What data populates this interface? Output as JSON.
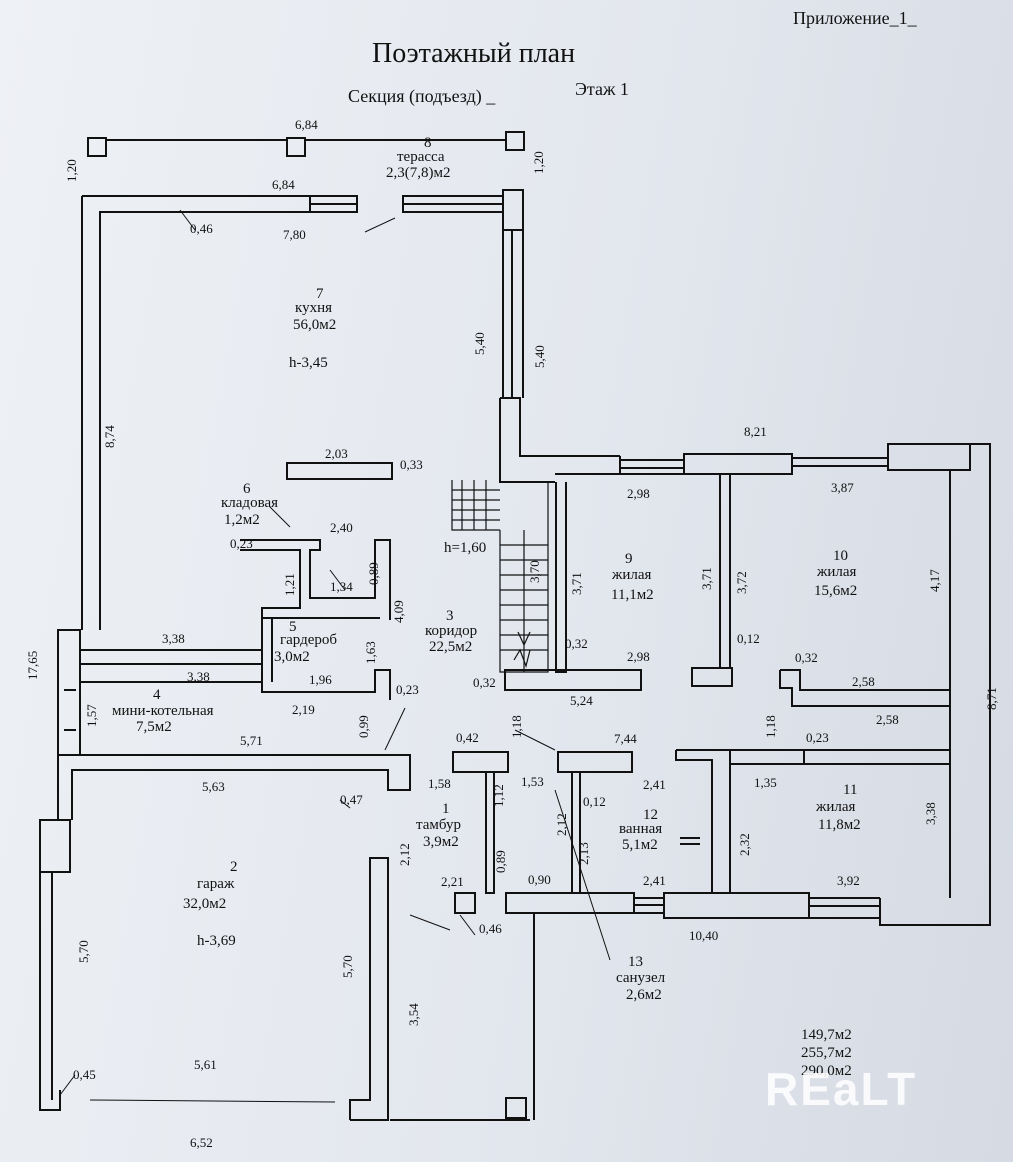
{
  "header": {
    "appendix": "Приложение_1_",
    "title": "Поэтажный план",
    "section": "Секция (подъезд) _",
    "floor": "Этаж 1"
  },
  "rooms": [
    {
      "num": "8",
      "name": "терасса",
      "area": "2,3(7,8)м2"
    },
    {
      "num": "7",
      "name": "кухня",
      "area": "56,0м2",
      "height": "h-3,45"
    },
    {
      "num": "6",
      "name": "кладовая",
      "area": "1,2м2"
    },
    {
      "num": "5",
      "name": "гардероб",
      "area": "3,0м2"
    },
    {
      "num": "4",
      "name": "мини-котельная",
      "area": "7,5м2"
    },
    {
      "num": "3",
      "name": "коридор",
      "area": "22,5м2"
    },
    {
      "num": "9",
      "name": "жилая",
      "area": "11,1м2"
    },
    {
      "num": "10",
      "name": "жилая",
      "area": "15,6м2"
    },
    {
      "num": "11",
      "name": "жилая",
      "area": "11,8м2"
    },
    {
      "num": "12",
      "name": "ванная",
      "area": "5,1м2"
    },
    {
      "num": "1",
      "name": "тамбур",
      "area": "3,9м2"
    },
    {
      "num": "2",
      "name": "гараж",
      "area": "32,0м2",
      "height": "h-3,69"
    },
    {
      "num": "13",
      "name": "санузел",
      "area": "2,6м2"
    }
  ],
  "stair_height": "h=1,60",
  "totals": [
    "149,7м2",
    "255,7м2",
    "290,0м2"
  ],
  "dims": [
    "6,84",
    "1,20",
    "1,20",
    "6,84",
    "0,46",
    "7,80",
    "5,40",
    "5,40",
    "8,74",
    "17,65",
    "2,03",
    "0,33",
    "8,21",
    "2,98",
    "3,87",
    "2,40",
    "0,23",
    "1,21",
    "1,34",
    "0,89",
    "4,09",
    "3,71",
    "3,71",
    "3,72",
    "4,17",
    "1,63",
    "3,38",
    "3,38",
    "1,96",
    "0,23",
    "0,32",
    "2,98",
    "0,12",
    "0,32",
    "2,58",
    "2,58",
    "8,71",
    "1,57",
    "2,19",
    "0,99",
    "5,24",
    "1,18",
    "1,18",
    "0,23",
    "0,42",
    "7,44",
    "5,71",
    "5,63",
    "0,47",
    "1,58",
    "1,12",
    "1,53",
    "2,12",
    "0,12",
    "2,41",
    "1,35",
    "3,38",
    "2,32",
    "2,13",
    "2,12",
    "0,89",
    "0,90",
    "2,21",
    "2,41",
    "3,92",
    "0,46",
    "10,40",
    "5,70",
    "5,70",
    "3,54",
    "0,45",
    "5,61",
    "6,52",
    "3,70"
  ],
  "watermark": "REaLT"
}
